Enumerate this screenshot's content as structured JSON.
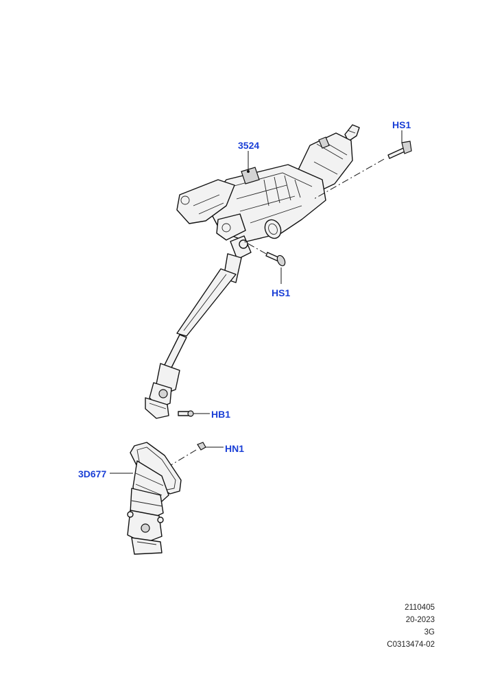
{
  "callouts": {
    "column_assembly": "3524",
    "bolt_upper": "HS1",
    "bolt_lower": "HS1",
    "bolt_joint": "HB1",
    "nut": "HN1",
    "boot_seal": "3D677"
  },
  "footer": {
    "line1": "2110405",
    "line2": "20-2023",
    "line3": "3G",
    "line4": "C0313474-02"
  }
}
